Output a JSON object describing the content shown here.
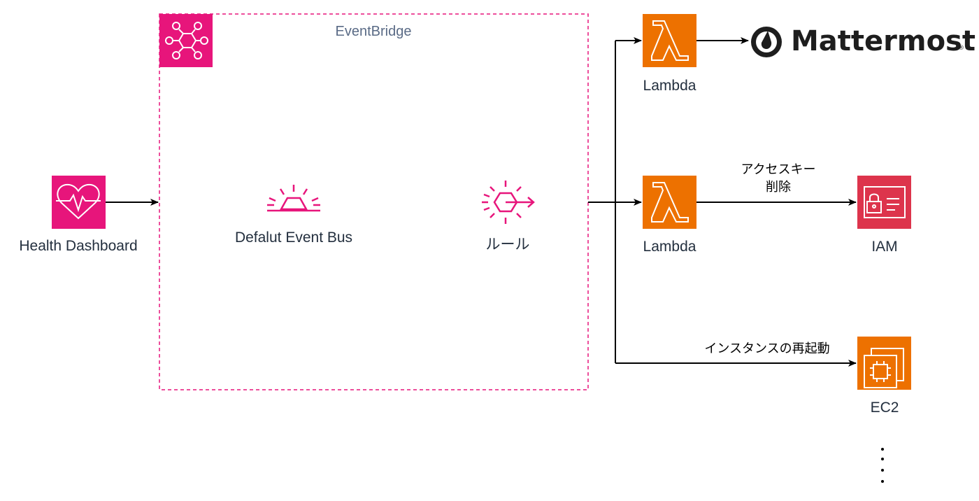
{
  "group": {
    "title": "EventBridge",
    "border_color": "#e7157b"
  },
  "nodes": {
    "health": {
      "label": "Health Dashboard",
      "icon": "health-dashboard-icon",
      "color": "#e7157b"
    },
    "bus": {
      "label": "Defalut Event Bus",
      "icon": "event-bus-icon",
      "color": "#e7157b"
    },
    "rule": {
      "label": "ルール",
      "icon": "event-rule-icon",
      "color": "#e7157b"
    },
    "lambda1": {
      "label": "Lambda",
      "icon": "lambda-icon",
      "color": "#ed7100"
    },
    "lambda2": {
      "label": "Lambda",
      "icon": "lambda-icon",
      "color": "#ed7100"
    },
    "iam": {
      "label": "IAM",
      "icon": "iam-icon",
      "color": "#dd344c"
    },
    "ec2": {
      "label": "EC2",
      "icon": "ec2-icon",
      "color": "#ed7100"
    },
    "mattermost": {
      "label": "Mattermost",
      "icon": "mattermost-logo-icon"
    },
    "more": {
      "label": "⋮",
      "icon": "vertical-ellipsis-icon"
    }
  },
  "edges": {
    "lambda2_iam": {
      "label_line1": "アクセスキー",
      "label_line2": "削除"
    },
    "rule_ec2": {
      "label": "インスタンスの再起動"
    }
  }
}
